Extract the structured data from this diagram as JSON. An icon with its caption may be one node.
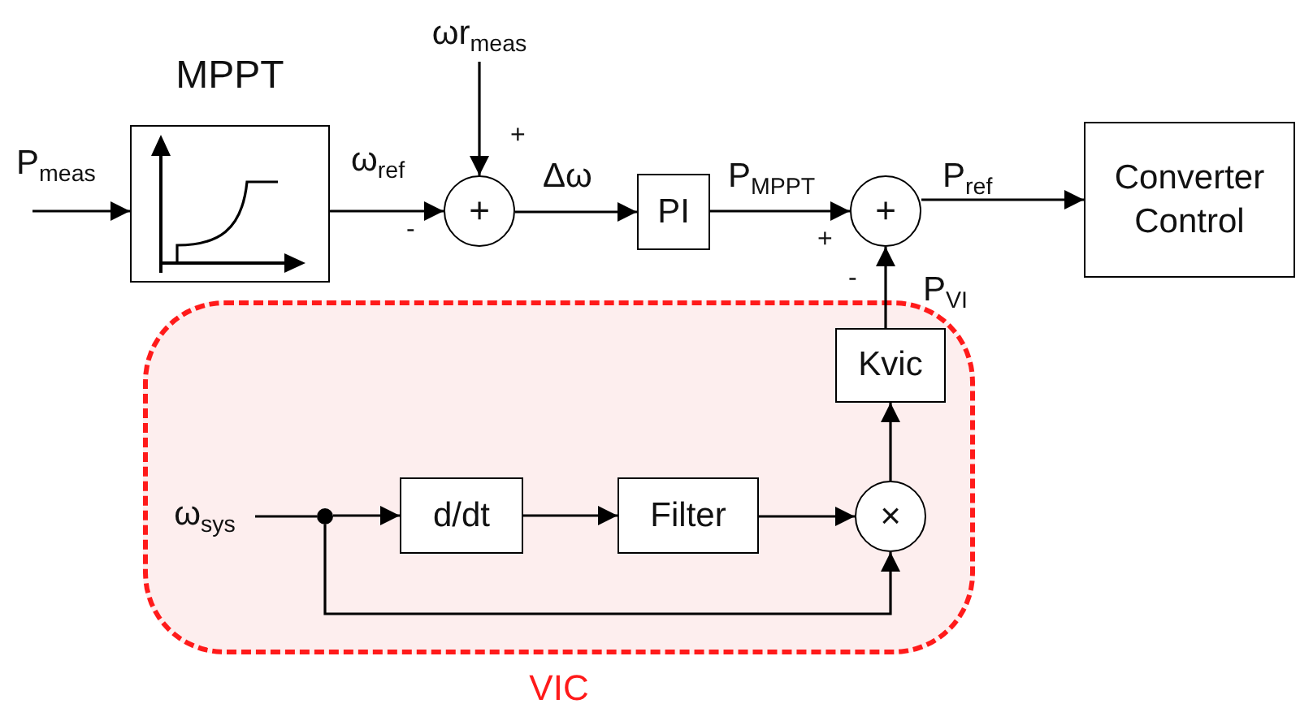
{
  "diagram": {
    "nodes": [
      {
        "text": [
          "VIC"
        ]
      },
      {
        "text": [
          "MPPT"
        ]
      },
      {
        "text": [
          "ωr$_{meas}$"
        ]
      },
      {
        "text": [
          "+"
        ]
      },
      {
        "text": [
          "PI"
        ]
      },
      {
        "text": [
          "+"
        ]
      },
      {
        "text": [
          "Converter Control"
        ]
      },
      {
        "text": [
          "Kvic"
        ],
        "in": 0
      },
      {
        "text": [
          "ω$_{sys}$"
        ],
        "in": 0
      },
      {
        "text": [],
        "shape": "circle",
        "in": 0
      },
      {
        "text": [
          "d/dt"
        ],
        "in": 0
      },
      {
        "text": [
          "Filter"
        ],
        "in": 0
      },
      {
        "text": [
          "×"
        ],
        "in": 0
      }
    ],
    "edges": [
      {
        "from": null,
        "to": 1,
        "arrow": "to",
        "label": "P$_{meas}$"
      },
      {
        "from": 1,
        "to": 3,
        "arrow": "to",
        "label": "ω$_{ref}$"
      },
      {
        "from": 2,
        "to": 3,
        "arrow": "to"
      },
      {
        "from": 3,
        "to": 4,
        "arrow": "to",
        "label": "Δω"
      },
      {
        "from": 4,
        "to": 5,
        "arrow": "to",
        "label": "P$_{MPPT}$"
      },
      {
        "from": 5,
        "to": 6,
        "arrow": "to",
        "label": "P$_{ref}$"
      },
      {
        "from": 7,
        "to": 5,
        "arrow": "to",
        "label": "P$_{VI}$"
      },
      {
        "from": 8,
        "to": 9,
        "arrow": "none"
      },
      {
        "from": 9,
        "to": 10,
        "arrow": "to"
      },
      {
        "from": 10,
        "to": 11,
        "arrow": "to"
      },
      {
        "from": 11,
        "to": 12,
        "arrow": "to"
      },
      {
        "from": 9,
        "to": 12,
        "arrow": "to"
      },
      {
        "from": 12,
        "to": 7,
        "arrow": "to"
      }
    ],
    "labels": [
      "+",
      "-",
      "+",
      "-"
    ]
  }
}
